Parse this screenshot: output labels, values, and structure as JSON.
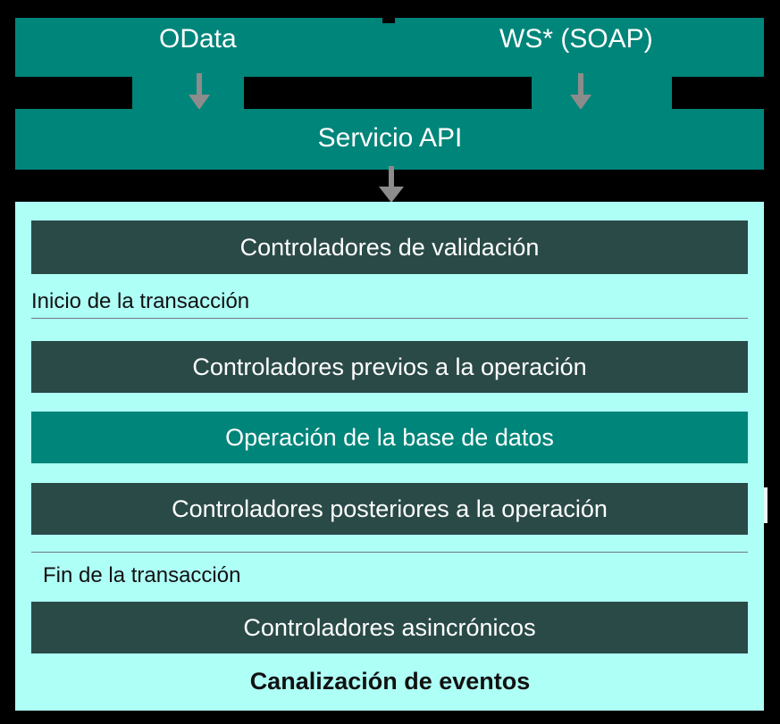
{
  "diagram": {
    "title": "Canalización de eventos",
    "colors": {
      "background": "#000000",
      "teal": "#00857a",
      "dark_slate": "#2a4a47",
      "cyan_panel": "#aefff6",
      "arrow_gray": "#8c8c8c",
      "rule_gray": "#6d7b79",
      "text_light": "#ffffff",
      "text_dark": "#111111"
    }
  },
  "protocols": {
    "odata_label": "OData",
    "soap_label": "WS* (SOAP)",
    "odata_arrow": "down-arrow-icon",
    "soap_arrow": "down-arrow-icon"
  },
  "api": {
    "label": "Servicio API",
    "arrow": "down-arrow-icon"
  },
  "pipeline": {
    "title": "Canalización de eventos",
    "transaction_start": "Inicio de la transacción",
    "transaction_end": "Fin de la transacción",
    "stages": [
      {
        "label": "Controladores de validación",
        "kind": "dark"
      },
      {
        "label": "Controladores previos a la operación",
        "kind": "dark"
      },
      {
        "label": "Operación de la base de datos",
        "kind": "teal"
      },
      {
        "label": "Controladores posteriores a la operación",
        "kind": "dark"
      },
      {
        "label": "Controladores asincrónicos",
        "kind": "dark"
      }
    ]
  }
}
